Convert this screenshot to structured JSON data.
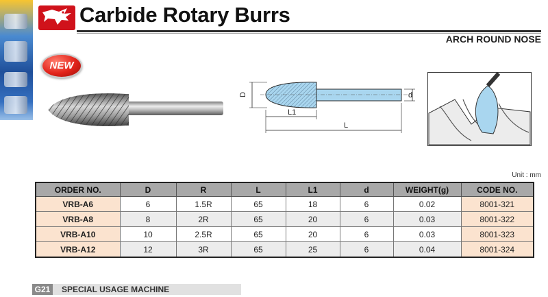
{
  "header": {
    "title": "Carbide Rotary Burrs",
    "subtitle": "ARCH ROUND NOSE"
  },
  "badge": {
    "label": "NEW"
  },
  "drawing": {
    "label_D": "D",
    "label_d": "d",
    "label_L1": "L1",
    "label_L": "L"
  },
  "unit_note": "Unit : mm",
  "table": {
    "headers": [
      "ORDER NO.",
      "D",
      "R",
      "L",
      "L1",
      "d",
      "WEIGHT(g)",
      "CODE NO."
    ],
    "rows": [
      [
        "VRB-A6",
        "6",
        "1.5R",
        "65",
        "18",
        "6",
        "0.02",
        "8001-321"
      ],
      [
        "VRB-A8",
        "8",
        "2R",
        "65",
        "20",
        "6",
        "0.03",
        "8001-322"
      ],
      [
        "VRB-A10",
        "10",
        "2.5R",
        "65",
        "20",
        "6",
        "0.03",
        "8001-323"
      ],
      [
        "VRB-A12",
        "12",
        "3R",
        "65",
        "25",
        "6",
        "0.04",
        "8001-324"
      ]
    ]
  },
  "footer": {
    "page": "G21",
    "section": "SPECIAL USAGE MACHINE"
  },
  "colors": {
    "brand_red": "#d0121b",
    "table_header": "#a8a8a8",
    "highlight_column": "#fbe3cf",
    "drawing_blue": "#a9d6ef"
  }
}
